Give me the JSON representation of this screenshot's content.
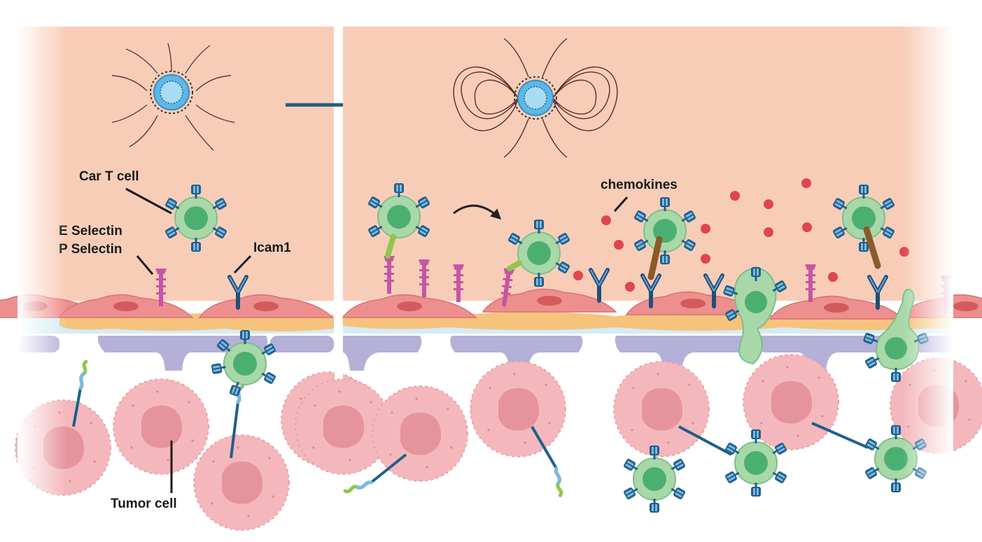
{
  "labels": {
    "car_t_cell": "Car T cell",
    "e_selectin": "E Selectin",
    "p_selectin": "P Selectin",
    "icam1": "Icam1",
    "chemokines": "chemokines",
    "tumor_cell": "Tumor cell"
  },
  "colors": {
    "vessel_lumen": "#f8cdb8",
    "endothelial_cell": "#ee8f8f",
    "basement_membrane": "#d4ecf7",
    "pericyte": "#b5b0d8",
    "tumor_cell": "#f4b8bc",
    "car_t_cell": "#a8d8a8",
    "chemokine": "#e0454f",
    "selectin": "#c555a5",
    "receptor": "#1f5f8b",
    "arrow": "#1f5f7f"
  }
}
